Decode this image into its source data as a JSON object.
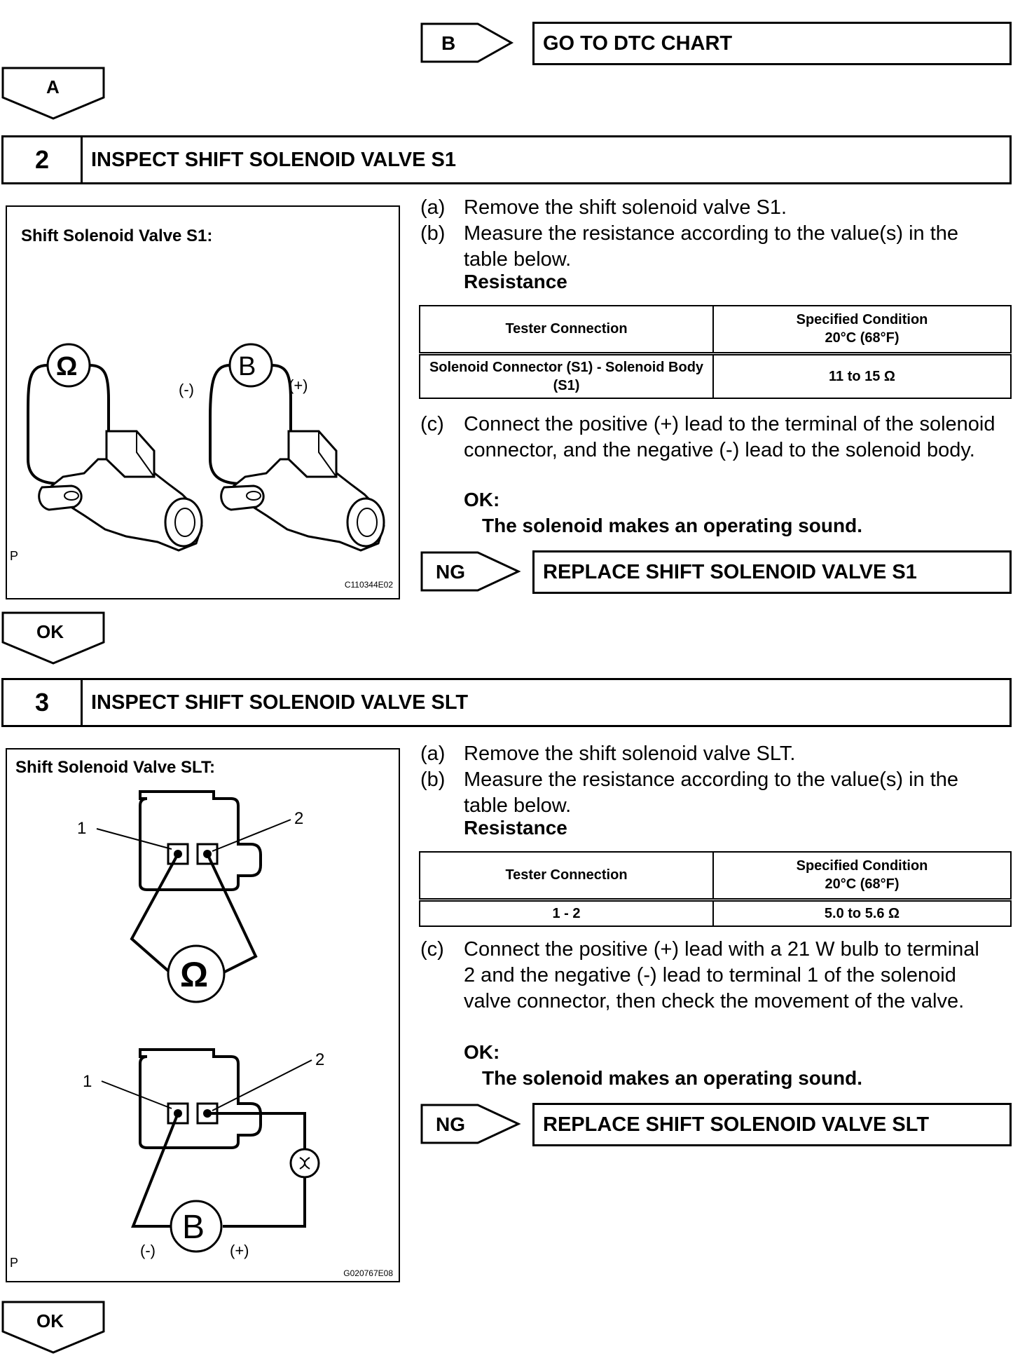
{
  "top_branch": {
    "label": "B",
    "action": "GO TO DTC CHART"
  },
  "branch_a": {
    "label": "A"
  },
  "step2": {
    "number": "2",
    "title": "INSPECT SHIFT SOLENOID VALVE S1",
    "figure": {
      "title": "Shift Solenoid Valve S1:",
      "neg": "(-)",
      "pos": "(+)",
      "ohm": "Ω",
      "b": "B",
      "p": "P",
      "code": "C110344E02"
    },
    "a_label": "(a)",
    "a_text": "Remove the shift solenoid valve S1.",
    "b_label": "(b)",
    "b_text": "Measure the resistance according to the value(s) in the table below.",
    "resistance_heading": "Resistance",
    "table": {
      "col1": "Tester Connection",
      "col2_line1": "Specified Condition",
      "col2_line2": "20°C (68°F)",
      "row1_conn": "Solenoid Connector (S1) - Solenoid Body (S1)",
      "row1_spec": "11 to 15 Ω"
    },
    "c_label": "(c)",
    "c_text": "Connect the positive (+) lead to the terminal of the solenoid connector, and the negative (-) lead to the solenoid body.",
    "ok_label": "OK:",
    "ok_text": "The solenoid makes an operating sound.",
    "ng_label": "NG",
    "ng_action": "REPLACE SHIFT SOLENOID VALVE S1"
  },
  "ok_branch_1": {
    "label": "OK"
  },
  "step3": {
    "number": "3",
    "title": "INSPECT SHIFT SOLENOID VALVE SLT",
    "figure": {
      "title": "Shift Solenoid Valve SLT:",
      "t1": "1",
      "t2": "2",
      "t1b": "1",
      "t2b": "2",
      "ohm": "Ω",
      "b": "B",
      "neg": "(-)",
      "pos": "(+)",
      "p": "P",
      "code": "G020767E08"
    },
    "a_label": "(a)",
    "a_text": "Remove the shift solenoid valve SLT.",
    "b_label": "(b)",
    "b_text": "Measure the resistance according to the value(s) in the table below.",
    "resistance_heading": "Resistance",
    "table": {
      "col1": "Tester Connection",
      "col2_line1": "Specified Condition",
      "col2_line2": "20°C (68°F)",
      "row1_conn": "1 - 2",
      "row1_spec": "5.0 to 5.6 Ω"
    },
    "c_label": "(c)",
    "c_text": "Connect the positive (+) lead with a 21 W bulb to terminal 2 and the negative (-) lead to terminal 1 of the solenoid valve connector, then check the movement of the valve.",
    "ok_label": "OK:",
    "ok_text": "The solenoid makes an operating sound.",
    "ng_label": "NG",
    "ng_action": "REPLACE SHIFT SOLENOID VALVE SLT"
  },
  "ok_branch_2": {
    "label": "OK"
  }
}
